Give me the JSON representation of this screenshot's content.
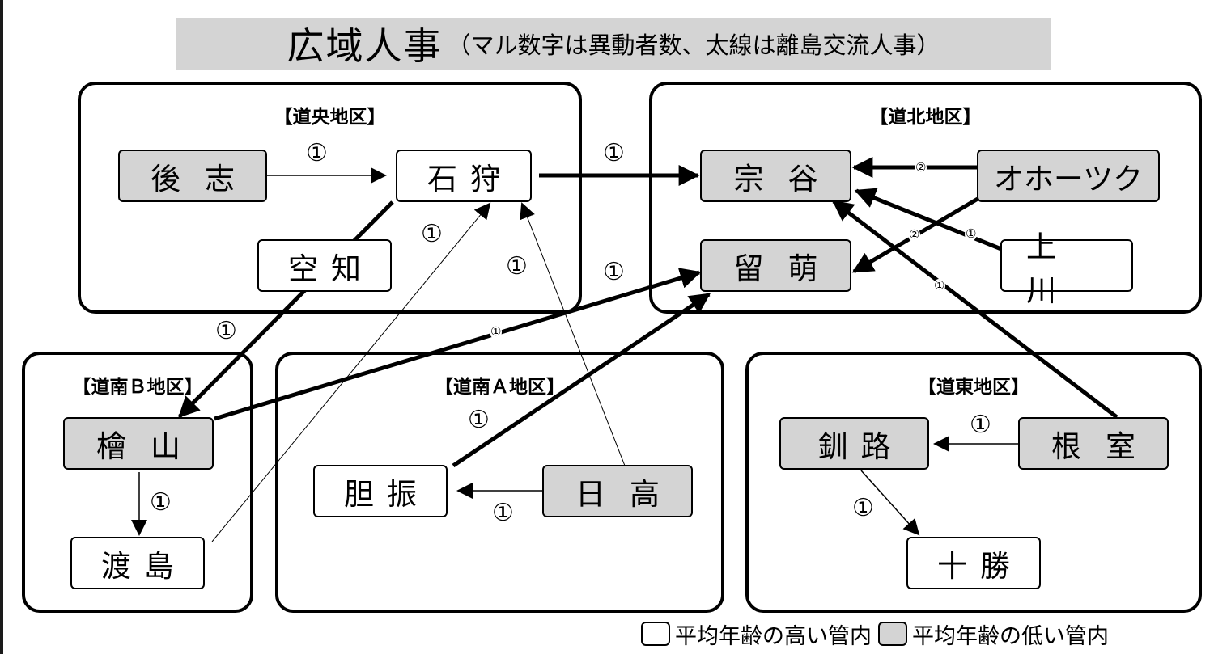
{
  "title": {
    "main": "広域人事",
    "sub": "（マル数字は異動者数、太線は離島交流人事）"
  },
  "regions": {
    "doo": "【道央地区】",
    "dohoku": "【道北地区】",
    "donan_b": "【道南Ｂ地区】",
    "donan_a": "【道南Ａ地区】",
    "doto": "【道東地区】"
  },
  "nodes": {
    "shiribeshi": "後志",
    "ishikari": "石狩",
    "sorachi": "空知",
    "soya": "宗谷",
    "okhotsk": "オホーツク",
    "rumoi": "留萌",
    "kamikawa": "上川",
    "hiyama": "檜山",
    "oshima": "渡島",
    "iburi": "胆振",
    "hidaka": "日高",
    "kushiro": "釧路",
    "nemuro": "根室",
    "tokachi": "十勝"
  },
  "counts": {
    "shiribeshi_ishikari": "①",
    "ishikari_soya": "①",
    "sorachi_hiyama": "①",
    "oshima_ishikari": "①",
    "hidaka_ishikari": "①",
    "hiyama_rumoi_label": "①",
    "hiyama_rumoi_inline": "①",
    "okhotsk_soya": "②",
    "okhotsk_rumoi": "②",
    "kamikawa_soya": "①",
    "nemuro_soya": "①",
    "iburi_rumoi": "①",
    "hidaka_iburi": "①",
    "hiyama_oshima": "①",
    "nemuro_kushiro": "①",
    "kushiro_tokachi": "①"
  },
  "legend": {
    "high": "平均年齢の高い管内",
    "low": "平均年齢の低い管内"
  },
  "colors": {
    "gray_fill": "#d4d4d4",
    "white_fill": "#ffffff",
    "line": "#000000"
  }
}
